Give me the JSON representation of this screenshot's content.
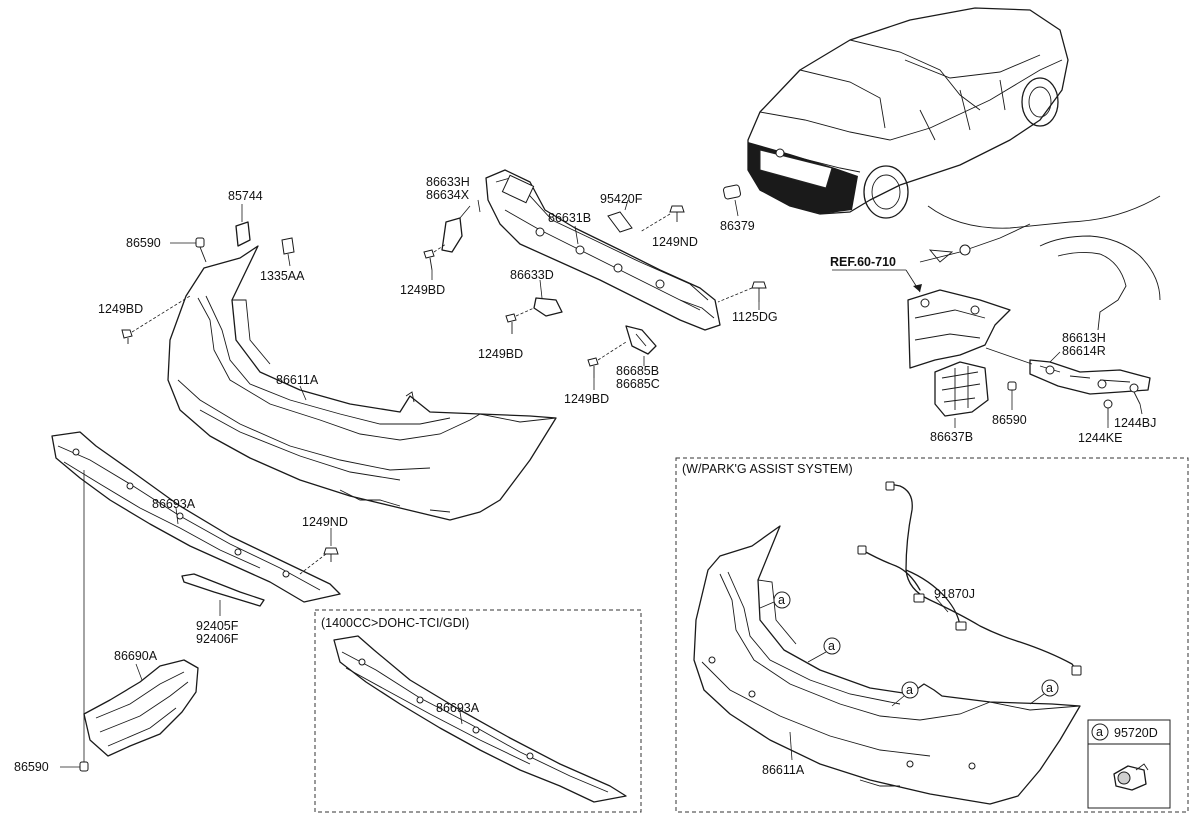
{
  "diagram": {
    "ref_label": "REF.60-710",
    "callout_symbol": "a",
    "notes": {
      "gdi_box": "(1400CC>DOHC-TCI/GDI)",
      "park_box": "(W/PARK'G ASSIST SYSTEM)"
    },
    "legend": {
      "symbol": "a",
      "part": "95720D"
    },
    "labels": {
      "l85744": "85744",
      "l86590_top": "86590",
      "l1335AA": "1335AA",
      "l1249BD_left": "1249BD",
      "l86611A_main": "86611A",
      "l86633H": "86633H",
      "l86634X": "86634X",
      "l1249BD_bracket": "1249BD",
      "l95420F": "95420F",
      "l86631B": "86631B",
      "l1249ND_top": "1249ND",
      "l86379": "86379",
      "l86633D": "86633D",
      "l1249BD_mid": "1249BD",
      "l1125DG": "1125DG",
      "l86685B": "86685B",
      "l86685C": "86685C",
      "l1249BD_low": "1249BD",
      "l86613H": "86613H",
      "l86614R": "86614R",
      "l86590_right": "86590",
      "l86637B": "86637B",
      "l1244BJ": "1244BJ",
      "l1244KE": "1244KE",
      "l86693A_main": "86693A",
      "l1249ND_low": "1249ND",
      "l92405F": "92405F",
      "l92406F": "92406F",
      "l86690A": "86690A",
      "l86590_bottom": "86590",
      "l86693A_gdi": "86693A",
      "l91870J": "91870J",
      "l86611A_park": "86611A"
    }
  }
}
